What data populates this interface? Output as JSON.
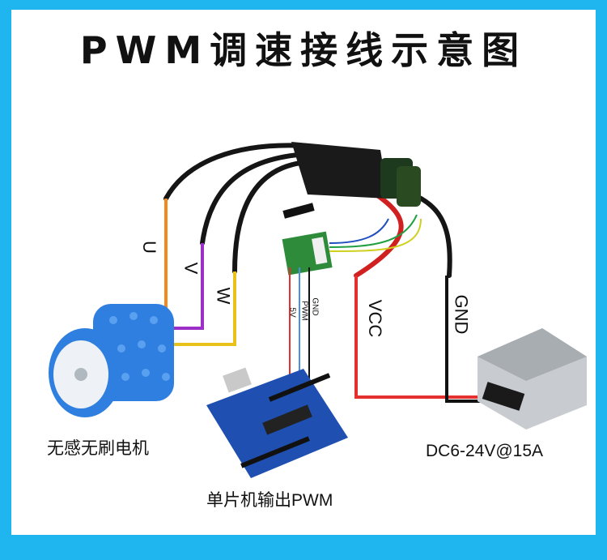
{
  "title": "PWM调速接线示意图",
  "labels": {
    "phase_u": "U",
    "phase_v": "V",
    "phase_w": "W",
    "motor": "无感无刷电机",
    "mcu": "单片机输出PWM",
    "supply": "DC6-24V@15A",
    "vcc": "VCC",
    "gnd": "GND",
    "sig_gnd": "GND",
    "sig_pwm": "PWM",
    "sig_5v": "5V"
  },
  "colors": {
    "frame": "#1fb6f0",
    "phase_u": "#f08a1c",
    "phase_v": "#9b2fc8",
    "phase_w": "#e8c21a",
    "vcc": "#e53030",
    "gnd": "#111111",
    "pwm": "#4a90e2",
    "motor": "#2f7fe0",
    "mcu": "#1f4fb0"
  }
}
